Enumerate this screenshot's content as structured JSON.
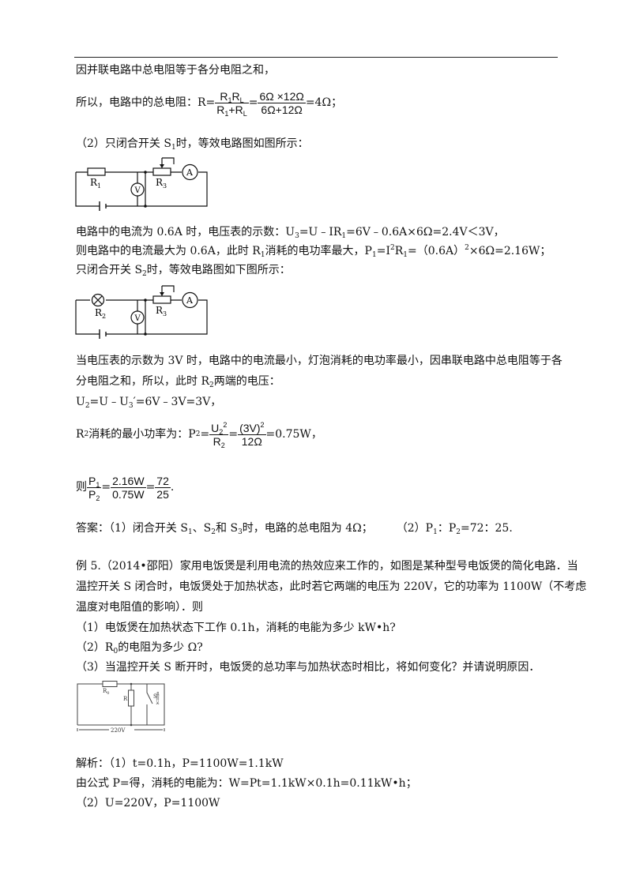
{
  "p1": {
    "l1": "因并联电路中总电阻等于各分电阻之和，",
    "l2_prefix": "所以，电路中的总电阻：R=",
    "l2_num": "R",
    "l2_num_sub1": "1",
    "l2_num_R2": "R",
    "l2_num_sub2": "L",
    "l2_den": "R",
    "l2_den_sub1": "1",
    "l2_den_plus": "+R",
    "l2_den_sub2": "L",
    "l2_eq": "=",
    "l2_num2": "6Ω ×12Ω",
    "l2_den2": "6Ω+12Ω",
    "l2_result": "=4Ω；"
  },
  "p2": {
    "head_pre": "（2）只闭合开关 S",
    "head_sub": "1",
    "head_post": "时，等效电路图如图所示："
  },
  "circuit1": {
    "r1": "R",
    "r1_sub": "1",
    "r3": "R",
    "r3_sub": "3",
    "ammeter": "A",
    "voltmeter": "V"
  },
  "p3": {
    "l1_a": "电路中的电流为 0.6A 时，电压表的示数：U",
    "l1_s1": "3",
    "l1_b": "=U﹣IR",
    "l1_s2": "1",
    "l1_c": "=6V﹣0.6A×6Ω=2.4V＜3V，",
    "l2_a": "则电路中的电流最大为 0.6A，此时 R",
    "l2_s1": "1",
    "l2_b": "消耗的电功率最大，P",
    "l2_s2": "1",
    "l2_c": "=I",
    "l2_sup": "2",
    "l2_d": "R",
    "l2_s3": "1",
    "l2_e": "=（0.6A）",
    "l2_sup2": "2",
    "l2_f": "×6Ω=2.16W；",
    "l3_a": "只闭合开关 S",
    "l3_s": "2",
    "l3_b": "时，等效电路图如下图所示："
  },
  "circuit2": {
    "r2": "R",
    "r2_sub": "2",
    "r3": "R",
    "r3_sub": "3",
    "ammeter": "A",
    "voltmeter": "V"
  },
  "p4": {
    "l1": "当电压表的示数为 3V 时，电路中的电流最小，灯泡消耗的电功率最小，因串联电路中总电阻等于各",
    "l2_a": "分电阻之和，所以，此时 R",
    "l2_s": "2",
    "l2_b": "两端的电压：",
    "l3_a": "U",
    "l3_s1": "2",
    "l3_b": "=U﹣U",
    "l3_s2": "3",
    "l3_c": "′=6V﹣3V=3V，",
    "l4_a": "R",
    "l4_s1": "2",
    "l4_b": "消耗的最小功率为：P",
    "l4_s2": "2",
    "l4_c": "=",
    "l4_n": "U",
    "l4_n_sub": "2",
    "l4_n_sup": "2",
    "l4_d": "R",
    "l4_d_sub": "2",
    "l4_eq": "=",
    "l4_n2": "(3V)",
    "l4_n2_sup": "2",
    "l4_d2": "12Ω",
    "l4_res": "=0.75W，",
    "l5_a": "则",
    "l5_n": "P",
    "l5_n_sub": "1",
    "l5_d": "P",
    "l5_d_sub": "2",
    "l5_eq": "=",
    "l5_n2": "2.16W",
    "l5_d2": "0.75W",
    "l5_eq2": "=",
    "l5_n3": "72",
    "l5_d3": "25",
    "l5_dot": "."
  },
  "answer": {
    "a": "答案：（1）闭合开关 S",
    "s1": "1",
    "b": "、S",
    "s2": "2",
    "c": "和 S",
    "s3": "3",
    "d": "时，电路的总电阻为 4Ω；",
    "e": "（2）P",
    "s4": "1",
    "f": "：P",
    "s5": "2",
    "g": "=72：25."
  },
  "ex5": {
    "l1": "例 5.（2014•邵阳）家用电饭煲是利用电流的热效应来工作的，如图是某种型号电饭煲的简化电路．当",
    "l2": "温控开关 S 闭合时，电饭煲处于加热状态，此时若它两端的电压为 220V，它的功率为 1100W（不考虑",
    "l3": "温度对电阻值的影响）．则",
    "q1": "（1）电饭煲在加热状态下工作 0.1h，消耗的电能为多少 kW•h?",
    "q2_a": "（2）R",
    "q2_s": "0",
    "q2_b": "的电阻为多少 Ω?",
    "q3": "（3）当温控开关 S 断开时，电饭煲的总功率与加热状态时相比，将如何变化？并请说明原因．"
  },
  "circuit3": {
    "r0": "R",
    "r0_sub": "0",
    "r": "R",
    "s": "S",
    "switch_label": "温控开关",
    "voltage": "220V"
  },
  "solution": {
    "l1": "解析：（1）t=0.1h，P=1100W=1.1kW",
    "l2": "由公式 P=得，消耗的电能为：W=Pt=1.1kW×0.1h=0.11kW•h；",
    "l3": "（2）U=220V，P=1100W"
  }
}
